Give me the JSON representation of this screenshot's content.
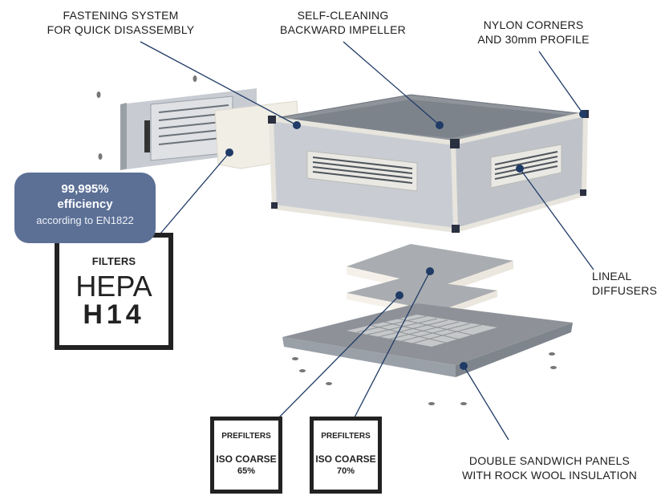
{
  "callouts": {
    "fastening": [
      "FASTENING SYSTEM",
      "FOR QUICK DISASSEMBLY"
    ],
    "impeller": [
      "SELF-CLEANING",
      "BACKWARD IMPELLER"
    ],
    "corners": [
      "NYLON CORNERS",
      "AND 30mm PROFILE"
    ],
    "diffusers": [
      "LINEAL",
      "DIFFUSERS"
    ],
    "panels": [
      "DOUBLE SANDWICH PANELS",
      "WITH ROCK WOOL INSULATION"
    ]
  },
  "efficiency": {
    "value": "99,995%",
    "label": "efficiency",
    "note": "according to EN1822"
  },
  "hepa": {
    "heading": "FILTERS",
    "type": "HEPA",
    "grade": "H14"
  },
  "prefilters": [
    {
      "heading": "PREFILTERS",
      "class": "ISO COARSE",
      "pct": "65%"
    },
    {
      "heading": "PREFILTERS",
      "class": "ISO COARSE",
      "pct": "70%"
    }
  ],
  "colors": {
    "accent": "#5c7096",
    "leader": "#1f3b66",
    "dot": "#1f3b66",
    "unit_body": "#c9cdd3",
    "frame": "#e7e5dd"
  }
}
